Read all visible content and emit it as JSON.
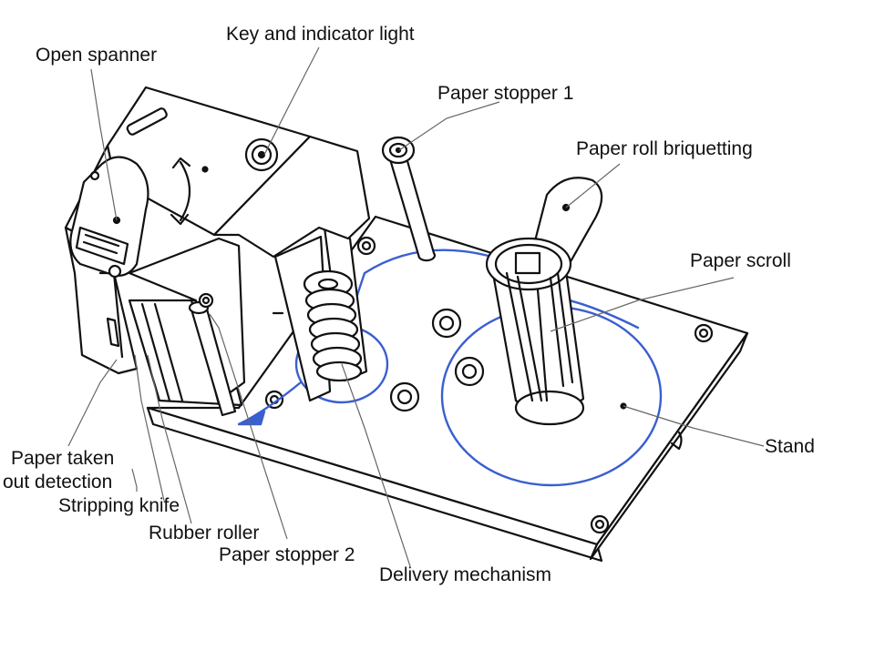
{
  "labels": {
    "open_spanner": "Open spanner",
    "key_indicator": "Key and indicator light",
    "paper_stopper_1": "Paper stopper 1",
    "paper_roll_briquetting": "Paper roll briquetting",
    "paper_scroll": "Paper scroll",
    "stand": "Stand",
    "paper_taken_out_line1": "Paper taken",
    "paper_taken_out_line2": "out detection",
    "stripping_knife": "Stripping knife",
    "rubber_roller": "Rubber roller",
    "paper_stopper_2": "Paper stopper 2",
    "delivery_mechanism": "Delivery mechanism"
  },
  "colors": {
    "line": "#111111",
    "paper_path": "#3a5fd0",
    "leader": "#666666"
  }
}
